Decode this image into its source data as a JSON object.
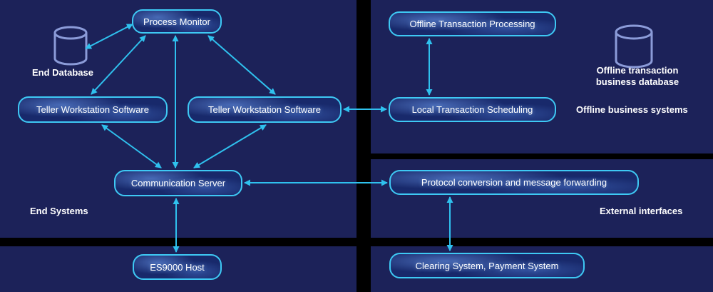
{
  "diagram": {
    "sections": {
      "end_systems_label": "End Systems",
      "end_database_label": "End Database",
      "offline_db_label": "Offline transaction business database",
      "offline_business_label": "Offline business systems",
      "external_interfaces_label": "External interfaces"
    },
    "nodes": {
      "process_monitor": "Process Monitor",
      "teller_workstation_left": "Teller Workstation Software",
      "teller_workstation_right": "Teller Workstation Software",
      "communication_server": "Communication Server",
      "es9000_host": "ES9000 Host",
      "offline_transaction_processing": "Offline Transaction Processing",
      "local_transaction_scheduling": "Local Transaction Scheduling",
      "protocol_conversion": "Protocol conversion and message forwarding",
      "clearing_system": "Clearing System, Payment System"
    },
    "colors": {
      "background": "#000000",
      "panel": "#1c2259",
      "accent": "#3ec9f4",
      "arrow": "#2fc1ee",
      "node_fill": "#18296b",
      "cylinder_outline": "#8b9bd8",
      "text": "#ffffff"
    }
  }
}
